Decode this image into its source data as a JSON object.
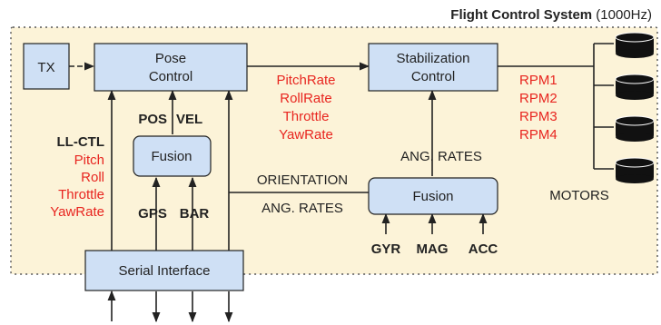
{
  "system": {
    "title_bold": "Flight Control System",
    "title_rate": "(1000Hz)"
  },
  "blocks": {
    "tx": "TX",
    "pose_line1": "Pose",
    "pose_line2": "Control",
    "stab_line1": "Stabilization",
    "stab_line2": "Control",
    "fusion_left": "Fusion",
    "fusion_right": "Fusion",
    "serial": "Serial Interface"
  },
  "signals": {
    "pose_to_stab": [
      "PitchRate",
      "RollRate",
      "Throttle",
      "YawRate"
    ],
    "rpm": [
      "RPM1",
      "RPM2",
      "RPM3",
      "RPM4"
    ],
    "motors_label": "MOTORS",
    "ll_ctl_title": "LL-CTL",
    "ll_ctl": [
      "Pitch",
      "Roll",
      "Throttle",
      "YawRate"
    ],
    "pos": "POS",
    "vel": "VEL",
    "gps": "GPS",
    "bar": "BAR",
    "ang_rates_stab": "ANG. RATES",
    "orientation": "ORIENTATION",
    "ang_rates_pose": "ANG. RATES",
    "gyr": "GYR",
    "mag": "MAG",
    "acc": "ACC"
  },
  "colors": {
    "system_fill": "#fcf3d8",
    "block_fill": "#cfe0f5",
    "signal_red": "#e8251f",
    "motor_fill": "#111111"
  }
}
